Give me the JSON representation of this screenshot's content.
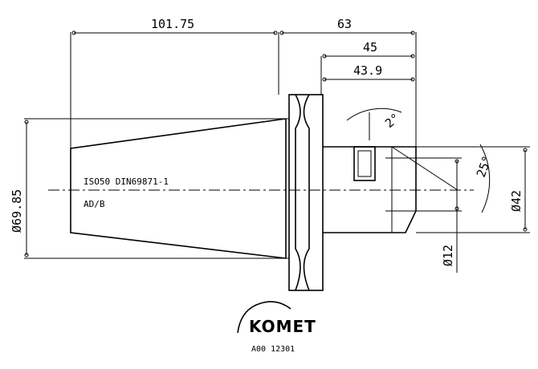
{
  "dimensions": {
    "taper_length": "101.75",
    "overall_nose": "63",
    "flange_face": "45",
    "bore_depth": "43.9",
    "taper_diameter": "Ø69.85",
    "bore_diameter": "Ø42",
    "pilot_diameter": "Ø12",
    "angle_small": "2°",
    "angle_chamfer": "25°"
  },
  "notes": {
    "standard": "ISO50 DIN69871-1",
    "form": "AD/B"
  },
  "logo": {
    "brand": "KOMET",
    "article": "A00 12301"
  }
}
